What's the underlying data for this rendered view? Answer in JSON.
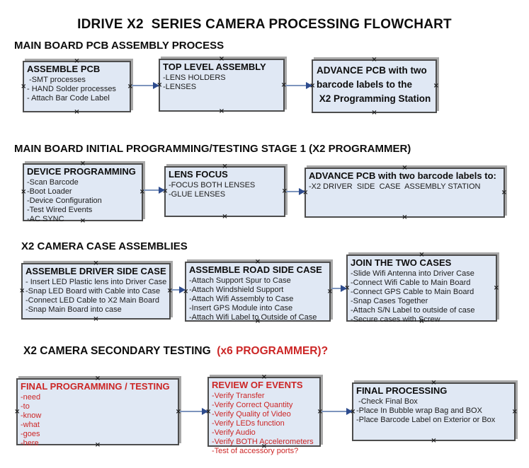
{
  "title": "IDRIVE X2  SERIES CAMERA PROCESSING FLOWCHART",
  "icons": {
    "connector_handle": "×"
  },
  "colors": {
    "box-fill": "#e0e8f4",
    "box-border": "#4d4d4d",
    "box-shadow": "#a8a8a8",
    "arrow-line": "#7d95bd",
    "arrow-head": "#2e4c8e",
    "red-text": "#cc2626"
  },
  "sections": [
    {
      "heading": "MAIN BOARD PCB ASSEMBLY PROCESS"
    },
    {
      "heading": "MAIN BOARD INITIAL PROGRAMMING/TESTING STAGE 1 (X2 PROGRAMMER)"
    },
    {
      "heading": "X2 CAMERA CASE ASSEMBLIES"
    },
    {
      "heading": "X2 CAMERA SECONDARY TESTING ",
      "heading_red": " (x6 PROGRAMMER)?"
    }
  ],
  "boxes": {
    "assemble_pcb": {
      "title": "ASSEMBLE PCB",
      "items": [
        " -SMT processes",
        "- HAND Solder processes",
        "- Attach Bar Code Label"
      ]
    },
    "top_level_assembly": {
      "title": "TOP LEVEL ASSEMBLY",
      "items": [
        "-LENS HOLDERS",
        "-LENSES"
      ]
    },
    "advance_to_programming_station": {
      "lines": [
        "ADVANCE PCB with two",
        "barcode labels to the",
        " X2 Programming Station"
      ]
    },
    "device_programming": {
      "title": "DEVICE PROGRAMMING",
      "items": [
        "-Scan Barcode",
        "-Boot Loader",
        "-Device Configuration",
        "-Test Wired Events",
        "-AC SYNC"
      ]
    },
    "lens_focus": {
      "title": "LENS FOCUS",
      "items": [
        "-FOCUS BOTH LENSES",
        "-GLUE LENSES"
      ]
    },
    "advance_to_case_assembly": {
      "title": "ADVANCE PCB with two barcode labels to:",
      "items": [
        "-X2 DRIVER  SIDE  CASE  ASSEMBLY STATION"
      ]
    },
    "assemble_driver_side_case": {
      "title": "ASSEMBLE DRIVER SIDE CASE",
      "items": [
        "- Insert LED Plastic lens into Driver Case",
        "-Snap LED Board with Cable into Case",
        "-Connect LED Cable to X2 Main Board",
        "-Snap Main Board into case"
      ]
    },
    "assemble_road_side_case": {
      "title": "ASSEMBLE ROAD SIDE CASE",
      "items": [
        "-Attach Support Spur to Case",
        "-Attach Windshield Support",
        "-Attach Wifi Assembly to Case",
        "-Insert GPS Module into Case",
        "-Attach Wifi Label to Outside of Case"
      ]
    },
    "join_the_two_cases": {
      "title": "JOIN THE TWO CASES",
      "items": [
        "-Slide Wifi Antenna into Driver Case",
        "-Connect Wifi Cable to Main Board",
        "-Connect GPS Cable to Main Board",
        "-Snap Cases Together",
        "-Attach S/N Label to outside of case",
        "-Secure cases with Screw"
      ]
    },
    "final_programming_testing": {
      "title": "FINAL PROGRAMMING / TESTING",
      "items": [
        "-need",
        "-to",
        "-know",
        "-what",
        "-goes",
        "-here"
      ]
    },
    "review_of_events": {
      "title": "REVIEW OF EVENTS",
      "items": [
        "-Verify Transfer",
        "-Verify Correct Quantity",
        "-Verify Quality of Video",
        "-Verify LEDs function",
        "-Verify Audio",
        "-Verify BOTH Accelerometers",
        "-Test of accessory ports?"
      ]
    },
    "final_processing": {
      "title": "FINAL PROCESSING",
      "items": [
        " -Check Final Box",
        "-Place In Bubble wrap Bag and BOX",
        "-Place Barcode Label on Exterior or Box"
      ]
    }
  }
}
